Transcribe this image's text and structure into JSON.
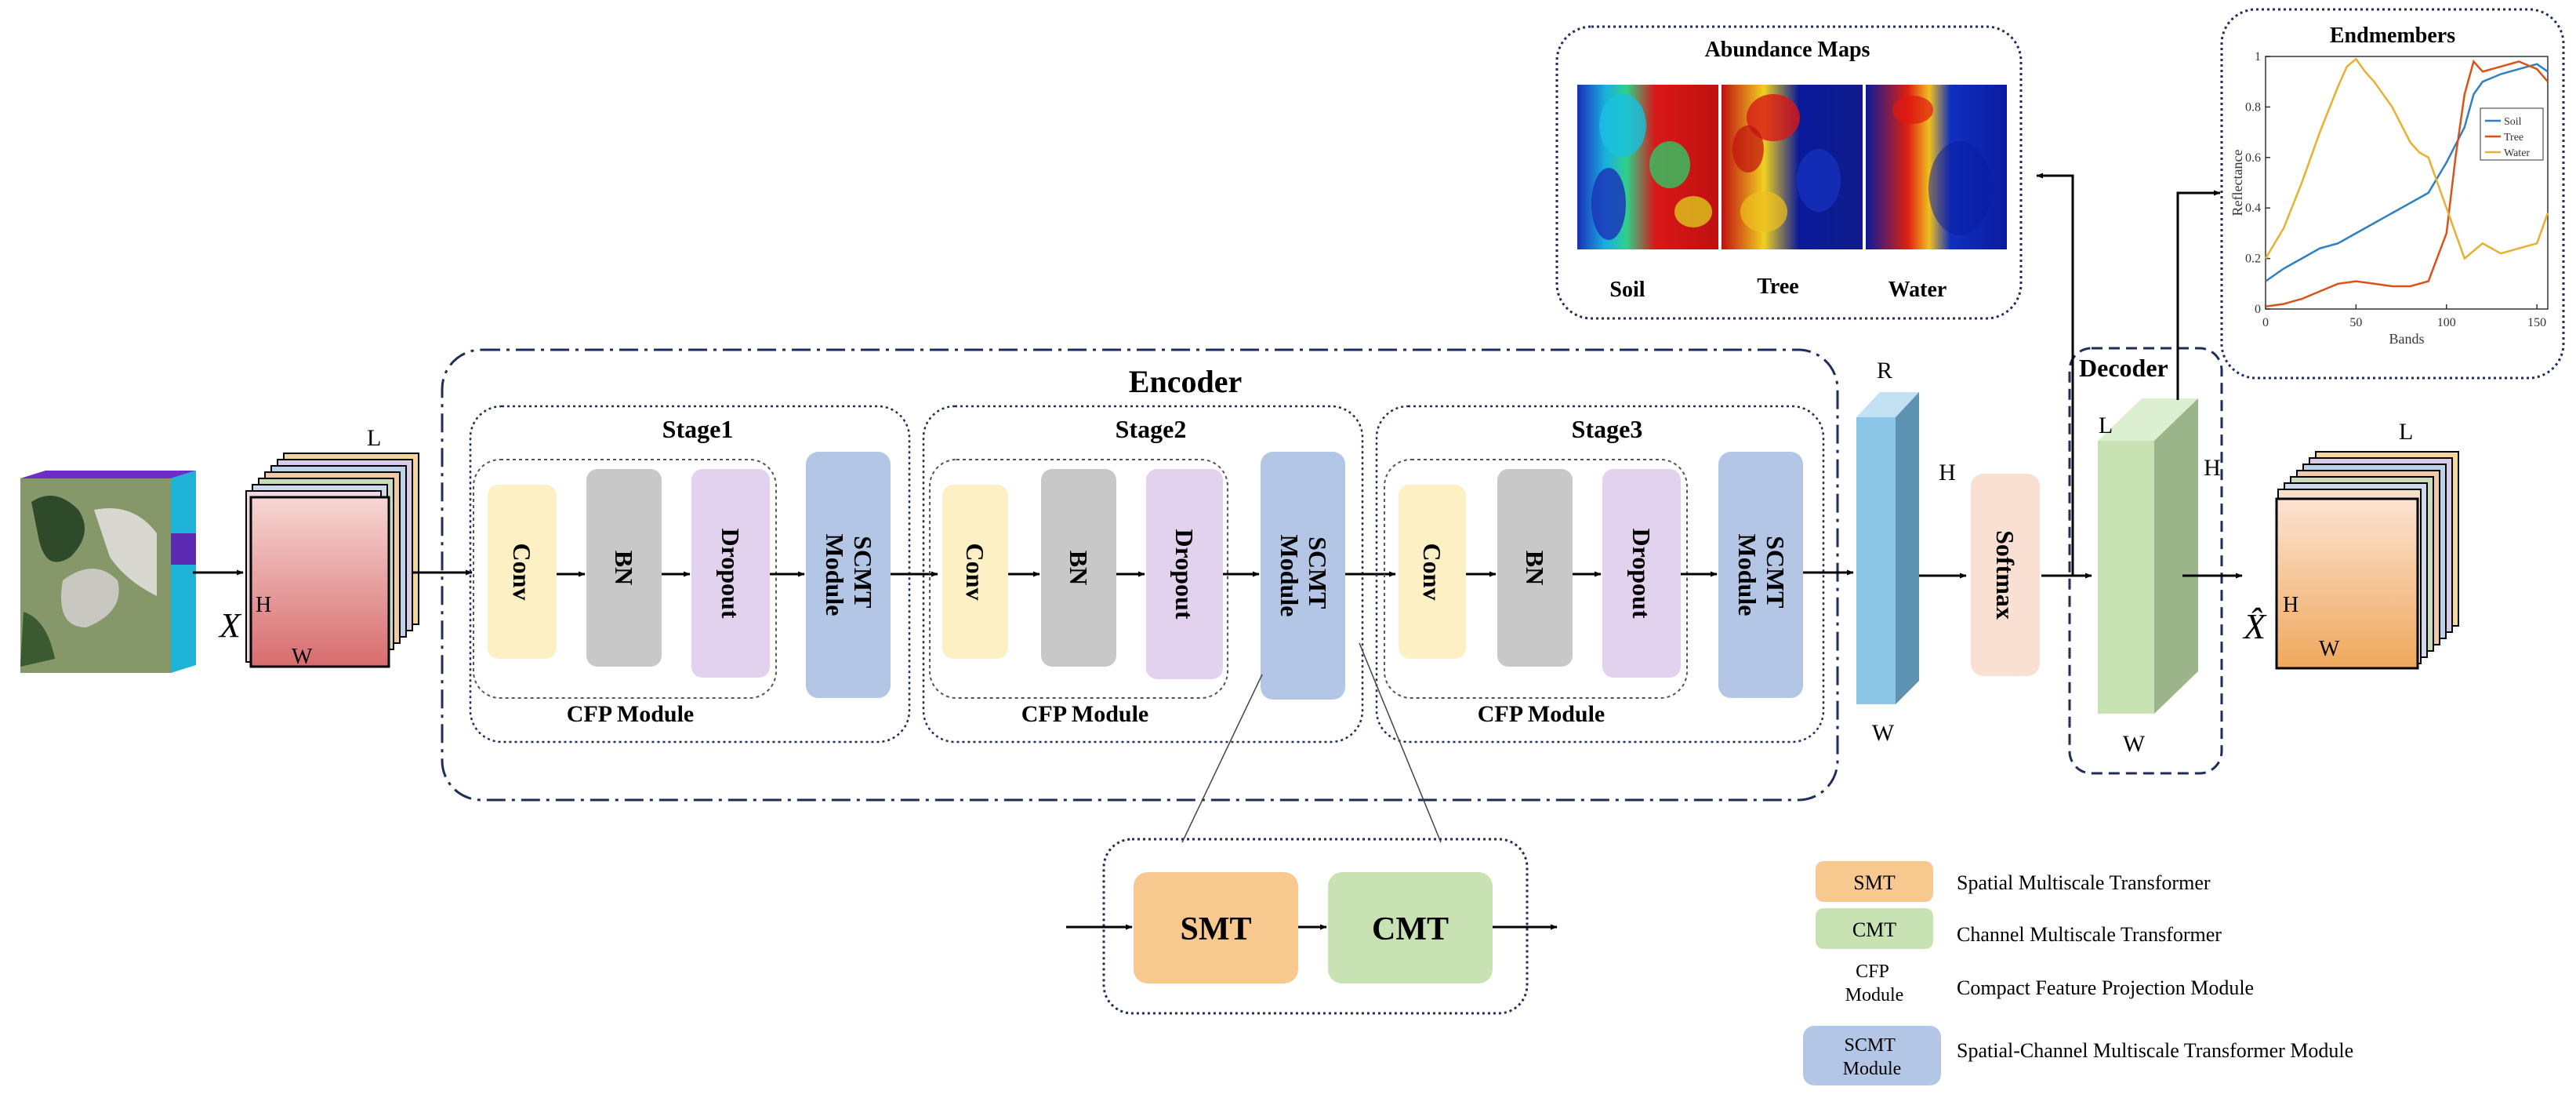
{
  "input": {
    "symbol": "X",
    "dims": {
      "l": "L",
      "h": "H",
      "w": "W"
    }
  },
  "encoder": {
    "title": "Encoder",
    "stages": [
      {
        "title": "Stage1",
        "cfp_label": "CFP Module",
        "blocks": [
          "Conv",
          "BN",
          "Dropout"
        ],
        "scmt_label": [
          "SCMT",
          "Module"
        ]
      },
      {
        "title": "Stage2",
        "cfp_label": "CFP Module",
        "blocks": [
          "Conv",
          "BN",
          "Dropout"
        ],
        "scmt_label": [
          "SCMT",
          "Module"
        ]
      },
      {
        "title": "Stage3",
        "cfp_label": "CFP Module",
        "blocks": [
          "Conv",
          "BN",
          "Dropout"
        ],
        "scmt_label": [
          "SCMT",
          "Module"
        ]
      }
    ]
  },
  "bottleneck": {
    "dims": {
      "r": "R",
      "h": "H",
      "w": "W"
    }
  },
  "softmax": {
    "label": "Softmax"
  },
  "decoder": {
    "title": "Decoder",
    "dims": {
      "l": "L",
      "h": "H",
      "w": "W"
    }
  },
  "output": {
    "symbol": "X̂",
    "dims": {
      "l": "L",
      "h": "H",
      "w": "W"
    }
  },
  "scmt_detail": {
    "smt": "SMT",
    "cmt": "CMT"
  },
  "abundance": {
    "title": "Abundance Maps",
    "labels": [
      "Soil",
      "Tree",
      "Water"
    ]
  },
  "endmembers": {
    "title": "Endmembers",
    "chart_data": {
      "type": "line",
      "xlabel": "Bands",
      "ylabel": "Reflectance",
      "xlim": [
        0,
        156
      ],
      "ylim": [
        0,
        1
      ],
      "xticks": [
        "0",
        "50",
        "100",
        "150"
      ],
      "yticks": [
        "0",
        "0.2",
        "0.4",
        "0.6",
        "0.8",
        "1"
      ],
      "legend_position": "right",
      "series": [
        {
          "name": "Soil",
          "color": "#2f7fc1",
          "x": [
            0,
            10,
            20,
            30,
            40,
            50,
            60,
            70,
            80,
            90,
            100,
            110,
            115,
            120,
            130,
            140,
            150,
            156
          ],
          "y": [
            0.11,
            0.16,
            0.2,
            0.24,
            0.26,
            0.3,
            0.34,
            0.38,
            0.42,
            0.46,
            0.58,
            0.72,
            0.85,
            0.9,
            0.93,
            0.95,
            0.97,
            0.94
          ]
        },
        {
          "name": "Tree",
          "color": "#d95319",
          "x": [
            0,
            10,
            20,
            30,
            40,
            50,
            60,
            70,
            80,
            90,
            100,
            105,
            110,
            115,
            120,
            130,
            140,
            150,
            156
          ],
          "y": [
            0.01,
            0.02,
            0.04,
            0.07,
            0.1,
            0.11,
            0.1,
            0.09,
            0.09,
            0.11,
            0.3,
            0.6,
            0.85,
            0.98,
            0.94,
            0.96,
            0.98,
            0.95,
            0.9
          ]
        },
        {
          "name": "Water",
          "color": "#e8b030",
          "x": [
            0,
            10,
            20,
            30,
            40,
            45,
            50,
            55,
            60,
            70,
            80,
            85,
            90,
            100,
            110,
            120,
            130,
            140,
            150,
            156
          ],
          "y": [
            0.2,
            0.32,
            0.5,
            0.7,
            0.88,
            0.96,
            0.99,
            0.94,
            0.9,
            0.8,
            0.66,
            0.62,
            0.6,
            0.4,
            0.2,
            0.26,
            0.22,
            0.24,
            0.26,
            0.38
          ]
        }
      ]
    }
  },
  "legend": [
    {
      "swatch": "SMT",
      "color": "#f8c98f",
      "desc": "Spatial Multiscale Transformer"
    },
    {
      "swatch": "CMT",
      "color": "#c8e2b4",
      "desc": "Channel Multiscale Transformer"
    },
    {
      "swatch_lines": [
        "CFP",
        "Module"
      ],
      "color": "#ffffff",
      "desc": "Compact Feature Projection Module"
    },
    {
      "swatch_lines": [
        "SCMT",
        "Module"
      ],
      "color": "#b3c6e6",
      "desc": "Spatial-Channel Multiscale Transformer Module"
    }
  ],
  "colors": {
    "conv": "#fdf0c4",
    "bn": "#c8c8c8",
    "dropout": "#e2d2ee",
    "scmt": "#b3c6e6",
    "softmax": "#f9e0d2",
    "smt": "#f8c98f",
    "cmt": "#c8e2b4",
    "border": "#1f2d5a"
  }
}
